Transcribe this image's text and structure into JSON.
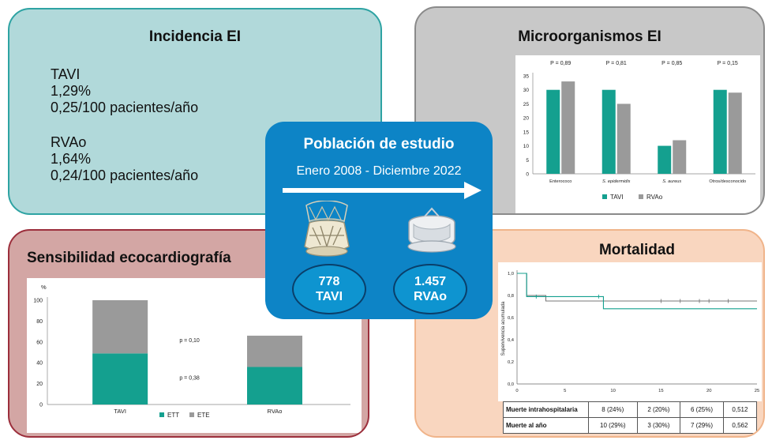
{
  "incidencia": {
    "title": "Incidencia EI",
    "tavi": {
      "label": "TAVI",
      "percent": "1,29%",
      "rate": "0,25/100 pacientes/año"
    },
    "rvao": {
      "label": "RVAo",
      "percent": "1,64%",
      "rate": "0,24/100 pacientes/año"
    }
  },
  "microorganismos": {
    "title": "Microorganismos EI",
    "legend": [
      "TAVI",
      "RVAo"
    ]
  },
  "sensibilidad": {
    "title": "Sensibilidad ecocardiografía",
    "legend": [
      "ETT",
      "ETE"
    ],
    "ylabel": "%"
  },
  "poblacion": {
    "title": "Población de estudio",
    "period": "Enero 2008 - Diciembre 2022",
    "tavi": {
      "count": "778",
      "label": "TAVI"
    },
    "rvao": {
      "count": "1.457",
      "label": "RVAo"
    }
  },
  "mortalidad": {
    "title": "Mortalidad",
    "table": [
      [
        "Muerte intrahospitalaria",
        "8 (24%)",
        "2 (20%)",
        "6 (25%)",
        "0,512"
      ],
      [
        "Muerte al año",
        "10 (29%)",
        "3 (30%)",
        "7 (29%)",
        "0,562"
      ]
    ]
  },
  "colors": {
    "tavi": "#14a08f",
    "rvao": "#9a9a9a",
    "center": "#0d84c6"
  },
  "chart_data": [
    {
      "type": "bar",
      "categories": [
        "Enterococo",
        "S. epidermidis",
        "S. aureus",
        "Otros/desconocido"
      ],
      "series": [
        {
          "name": "TAVI",
          "values": [
            30,
            30,
            10,
            30
          ]
        },
        {
          "name": "RVAo",
          "values": [
            33,
            25,
            12,
            29
          ]
        }
      ],
      "annotations": [
        "P = 0,89",
        "P = 0,81",
        "P = 0,85",
        "P = 0,15"
      ],
      "yticks": [
        "0",
        "5",
        "10",
        "15",
        "20",
        "25",
        "30",
        "35"
      ],
      "ylim": [
        0,
        35
      ],
      "legend": "bottom"
    },
    {
      "type": "bar",
      "stacked": true,
      "categories": [
        "TAVI",
        "RVAo"
      ],
      "series": [
        {
          "name": "ETT",
          "values": [
            49,
            36
          ]
        },
        {
          "name": "ETE",
          "values": [
            51,
            30
          ]
        }
      ],
      "annotations": [
        "p = 0,10",
        "p = 0,38"
      ],
      "yticks": [
        "0",
        "20",
        "40",
        "60",
        "80",
        "100"
      ],
      "ylabel": "%",
      "ylim": [
        0,
        100
      ],
      "legend": "bottom"
    },
    {
      "type": "line",
      "ylabel": "Supervivencia acumulada",
      "xticks": [
        "0",
        "5",
        "10",
        "15",
        "20",
        "25"
      ],
      "yticks": [
        "0,0",
        "0,2",
        "0,4",
        "0,6",
        "0,8",
        "1,0"
      ],
      "xlim": [
        0,
        25
      ],
      "ylim": [
        0,
        1
      ],
      "series": [
        {
          "x": [
            0,
            0,
            1,
            1,
            3,
            3,
            25
          ],
          "y": [
            1.0,
            1.0,
            1.0,
            0.8,
            0.8,
            0.75,
            0.75
          ],
          "censored": [
            9,
            15,
            17,
            19,
            20,
            22
          ]
        },
        {
          "x": [
            0,
            1,
            1,
            9,
            9,
            25
          ],
          "y": [
            1.0,
            1.0,
            0.79,
            0.79,
            0.68,
            0.68
          ],
          "censored": [
            2,
            8.5
          ]
        }
      ]
    }
  ]
}
